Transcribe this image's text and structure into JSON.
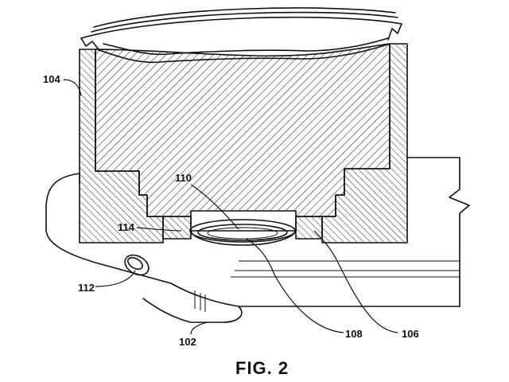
{
  "figure": {
    "caption": "FIG. 2",
    "labels": {
      "ref_104": "104",
      "ref_110": "110",
      "ref_114": "114",
      "ref_112": "112",
      "ref_102": "102",
      "ref_108": "108",
      "ref_106": "106"
    }
  }
}
